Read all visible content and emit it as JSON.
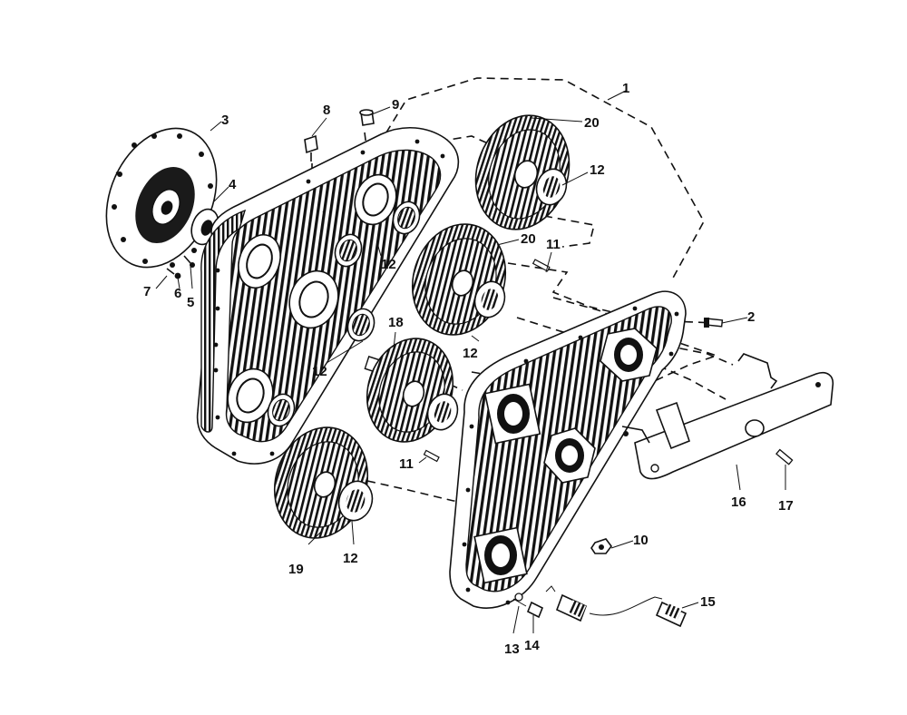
{
  "diagram": {
    "type": "exploded-parts-view",
    "callouts": {
      "c1": "1",
      "c2": "2",
      "c3": "3",
      "c4": "4",
      "c5": "5",
      "c6": "6",
      "c7": "7",
      "c8": "8",
      "c9": "9",
      "c10": "10",
      "c11a": "11",
      "c11b": "11",
      "c12a": "12",
      "c12b": "12",
      "c12c": "12",
      "c12d": "12",
      "c12e": "12",
      "c13": "13",
      "c14": "14",
      "c15": "15",
      "c16": "16",
      "c17": "17",
      "c18": "18",
      "c19": "19",
      "c20a": "20",
      "c20b": "20"
    }
  }
}
